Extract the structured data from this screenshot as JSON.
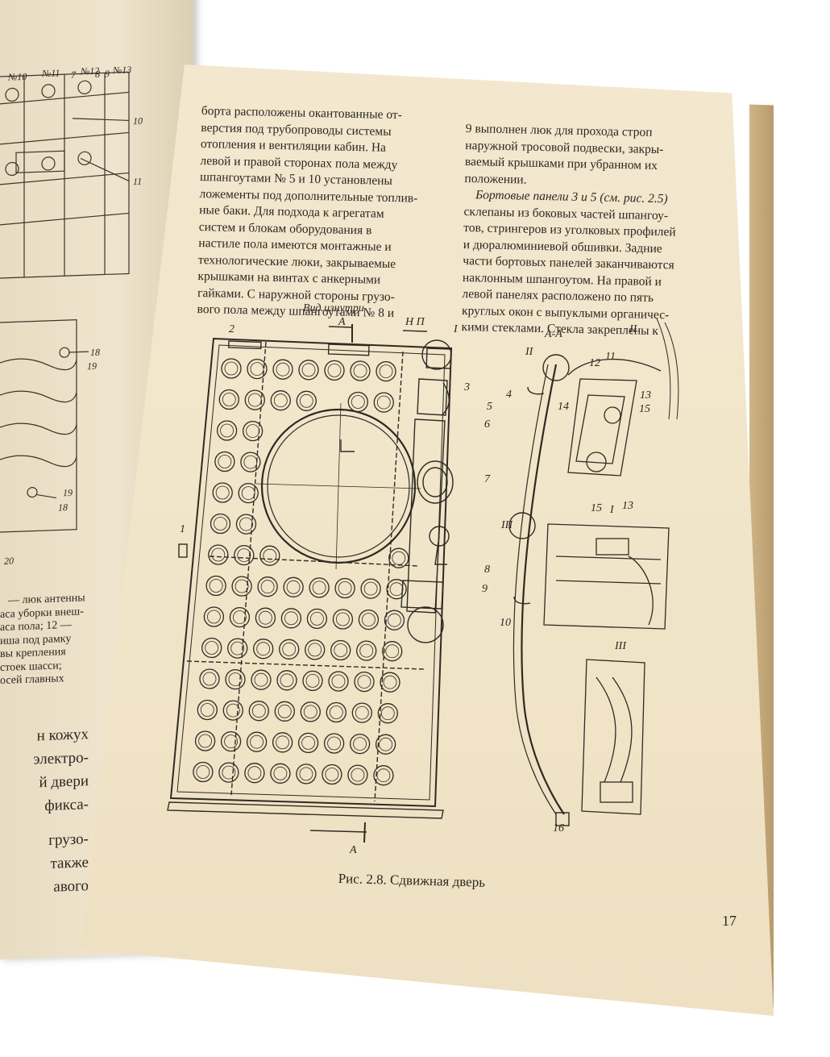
{
  "page": {
    "number": "17"
  },
  "main_text": {
    "left_column": [
      "борта расположены окантованные от-",
      "верстия под трубопроводы системы",
      "отопления и вентиляции кабин. На",
      "шпангоутами № 5 и 10 установлены",
      "ложементы под дополнительные топлив-",
      "систем и блокам оборудования в",
      "настиле пола имеются монтажные и",
      "технологические люки, закрываемые",
      "крышками на винтах с анкерными",
      "гайками. С наружной стороны грузо-",
      "вого пола между шпангоутами № 8 и"
    ],
    "right_column": [
      "9 выполнен люк для прохода строп",
      "наружной тросовой подвески, закры-",
      "ваемый крышками при убранном их",
      "положении.",
      "Бортовые панели 3 и 5 (см. рис. 2.5)",
      "склепаны из боковых частей шпангоу-",
      "тов, стрингеров из уголковых профилей",
      "и дюралюминиевой обшивки. Задние",
      "части бортовых панелей заканчиваются",
      "наклонным шпангоутом. На правой и",
      "левой панелях расположено по пять",
      "круглых окон с выпуклыми органичес-",
      "кими стеклами. Стекла закреплены к"
    ],
    "left_column_extra": [
      "левой и правой сторонах пола между",
      "ные баки. Для подхода к агрегатам"
    ]
  },
  "figure": {
    "caption": "Рис. 2.8. Сдвижная дверь",
    "view_label": "Вид изнутри",
    "section_label": "А-А",
    "direction_label": "Н П",
    "arrow_label": "А",
    "detail_labels": [
      "I",
      "II",
      "III"
    ],
    "callouts": [
      "1",
      "2",
      "3",
      "4",
      "5",
      "6",
      "7",
      "8",
      "9",
      "10",
      "11",
      "12",
      "13",
      "14",
      "15",
      "16"
    ]
  },
  "left_page": {
    "frame_labels": [
      "№10",
      "№11",
      "№12",
      "№13"
    ],
    "callouts_top": [
      "7",
      "8",
      "9",
      "10",
      "11"
    ],
    "callouts_bottom": [
      "18",
      "19",
      "19",
      "18",
      "20"
    ],
    "legend_lines": [
      "— люк антенны",
      "аса уборки внеш-",
      "аса пола; 12 —",
      "иша под рамку",
      "вы крепления",
      "стоек шасси;",
      "осей главных"
    ],
    "body_lines": [
      "н кожух",
      "электро-",
      "й двери",
      "фикса-",
      "грузо-",
      "также",
      "авого"
    ]
  }
}
